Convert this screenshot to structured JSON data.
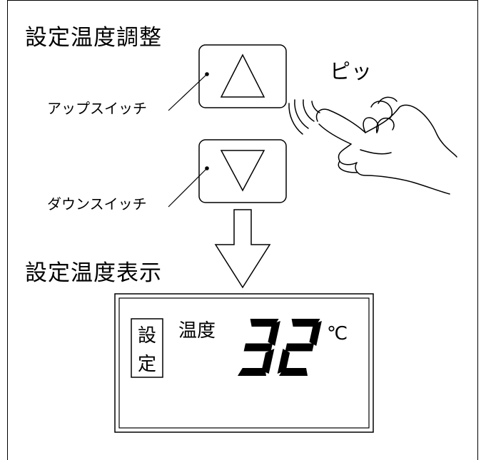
{
  "heading_adjust": "設定温度調整",
  "heading_display": "設定温度表示",
  "up_switch_label": "アップスイッチ",
  "down_switch_label": "ダウンスイッチ",
  "beep_text": "ピッ",
  "display": {
    "set_tag_char_1": "設",
    "set_tag_char_2": "定",
    "temp_label": "温度",
    "value": "32",
    "unit": "℃"
  }
}
